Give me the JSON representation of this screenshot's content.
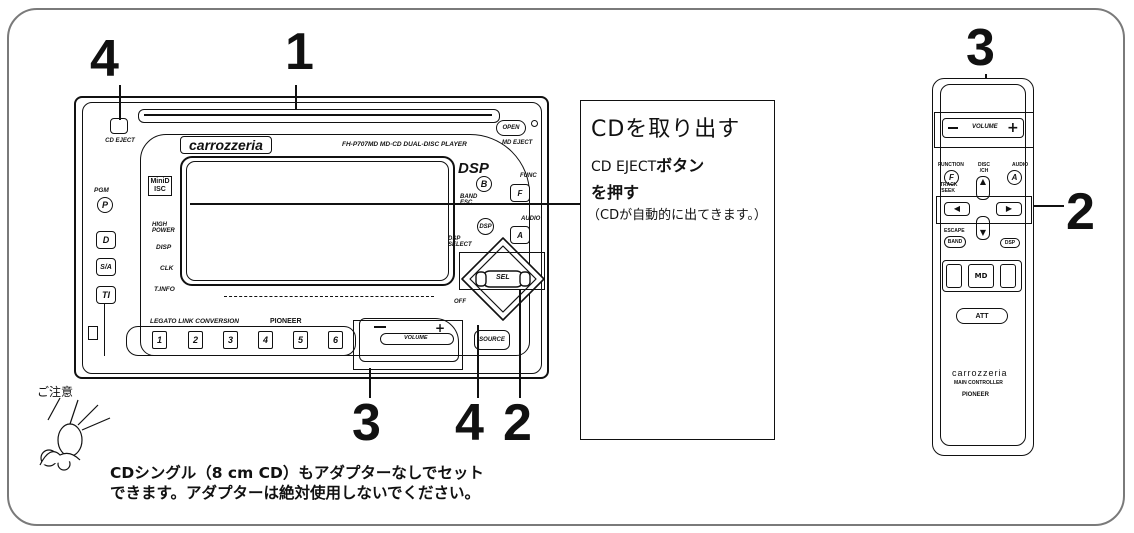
{
  "callout": {
    "title": "CDを取り出す",
    "line2_prefix": "CD EJECT",
    "line2_suffix": "ボタン",
    "line3": "を押す",
    "line4": "（CDが自動的に出てきます。）"
  },
  "step_numbers": {
    "top_left": "4",
    "top_center": "1",
    "top_right": "3",
    "right": "2",
    "bottom_3": "3",
    "bottom_4": "4",
    "bottom_2": "2"
  },
  "caution": {
    "label": "ご注意",
    "note_line1": "CDシングル（8 cm CD）もアダプターなしでセット",
    "note_line2": "できます。アダプターは絶対使用しないでください。"
  },
  "head_unit": {
    "brand": "carrozzeria",
    "model": "FH-P707MD  MD·CD DUAL-DISC PLAYER",
    "cd_eject": "CD EJECT",
    "open": "OPEN",
    "md_eject": "MD EJECT",
    "dsp": "DSP",
    "band_esc": "BAND ESC",
    "func": "FUNC",
    "audio": "AUDIO",
    "dsp_select": "DSP SELECT",
    "pgm": "PGM",
    "mini_disc": "MiniDISC",
    "high_power": "HIGH POWER",
    "disp": "DISP",
    "clk": "CLK",
    "t_info": "T.INFO",
    "sel": "SEL",
    "off": "OFF",
    "volume": "VOLUME",
    "source": "SOURCE",
    "brand_footer": "PIONEER",
    "features": "LEGATO  LINK  CONVERSION",
    "left_buttons": [
      "P",
      "D",
      "S/A",
      "TI"
    ],
    "presets": [
      "1",
      "2",
      "3",
      "4",
      "5",
      "6"
    ]
  },
  "remote": {
    "volume": "VOLUME",
    "function": "FUNCTION",
    "disc_ch": "DISC /CH",
    "audio": "AUDIO",
    "f_key": "F",
    "a_key": "A",
    "track_seek": "TRACK /SEEK",
    "escape": "ESCAPE",
    "band": "BAND",
    "dsp": "DSP",
    "md": "MD",
    "att": "ATT",
    "brand": "carrozzeria",
    "main_controller": "MAIN CONTROLLER",
    "pioneer": "PIONEER"
  }
}
